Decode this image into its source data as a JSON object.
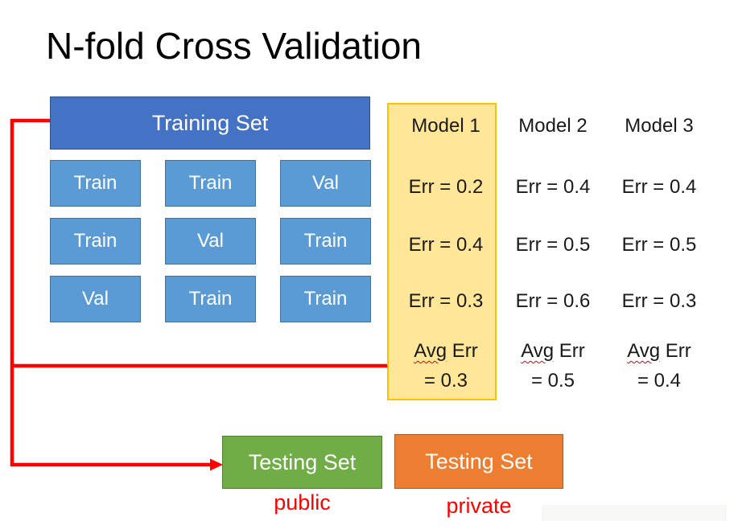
{
  "title": "N-fold Cross Validation",
  "colors": {
    "training_header_fill": "#4472C4",
    "training_cell_fill": "#5B9BD5",
    "highlight_fill": "#FFE699",
    "highlight_border": "#FFC000",
    "testing_public_fill": "#70AD47",
    "testing_private_fill": "#ED7D31",
    "arrow_red": "#FF0000",
    "sublabel_red": "#FF0000"
  },
  "training": {
    "header_label": "Training Set",
    "grid": [
      [
        "Train",
        "Train",
        "Val"
      ],
      [
        "Train",
        "Val",
        "Train"
      ],
      [
        "Val",
        "Train",
        "Train"
      ]
    ]
  },
  "models": [
    {
      "name": "Model 1",
      "errors": [
        "Err = 0.2",
        "Err = 0.4",
        "Err = 0.3"
      ],
      "avg_word": "Avg",
      "avg_rest": "Err",
      "avg_value": "= 0.3",
      "highlighted": true
    },
    {
      "name": "Model 2",
      "errors": [
        "Err = 0.4",
        "Err = 0.5",
        "Err = 0.6"
      ],
      "avg_word": "Avg",
      "avg_rest": "Err",
      "avg_value": "= 0.5",
      "highlighted": false
    },
    {
      "name": "Model 3",
      "errors": [
        "Err = 0.4",
        "Err = 0.5",
        "Err = 0.3"
      ],
      "avg_word": "Avg",
      "avg_rest": "Err",
      "avg_value": "= 0.4",
      "highlighted": false
    }
  ],
  "testing_sets": [
    {
      "label": "Testing Set",
      "sublabel": "public"
    },
    {
      "label": "Testing Set",
      "sublabel": "private"
    }
  ]
}
